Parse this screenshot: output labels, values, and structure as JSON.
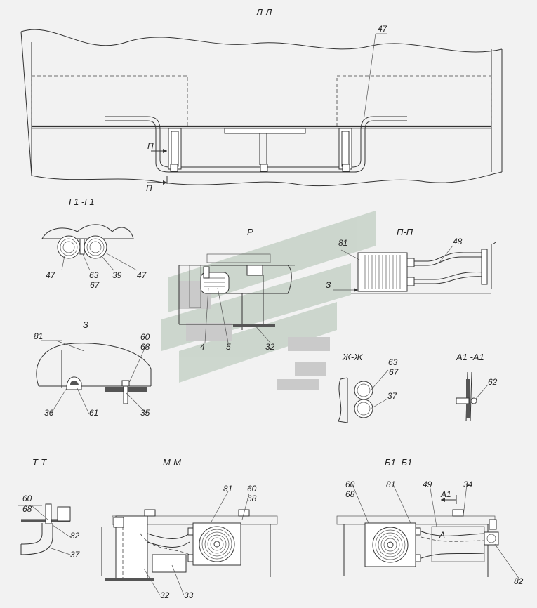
{
  "views": {
    "section_LL": {
      "title": "Л-Л",
      "callout_47": "47",
      "marker_top": "П",
      "marker_bottom": "П"
    },
    "section_G1G1": {
      "title": "Г1 -Г1",
      "labels": [
        "47",
        "63",
        "67",
        "39",
        "47"
      ]
    },
    "view_P": {
      "title": "Р",
      "labels": [
        "4",
        "5",
        "32"
      ]
    },
    "section_PP": {
      "title": "П-П",
      "labels": [
        "81",
        "48",
        "З"
      ]
    },
    "view_Z": {
      "title": "З",
      "labels": [
        "81",
        "60",
        "68",
        "36",
        "61",
        "35"
      ]
    },
    "section_ZhZh": {
      "title": "Ж-Ж",
      "labels": [
        "63",
        "67",
        "37"
      ]
    },
    "section_A1A1": {
      "title": "А1 -А1",
      "labels": [
        "62"
      ]
    },
    "section_TT": {
      "title": "Т-Т",
      "labels": [
        "60",
        "68",
        "82",
        "37"
      ]
    },
    "section_MM": {
      "title": "М-М",
      "labels": [
        "81",
        "60",
        "68",
        "32",
        "33"
      ]
    },
    "section_B1B1": {
      "title": "Б1 -Б1",
      "labels": [
        "60",
        "68",
        "81",
        "49",
        "34",
        "А1",
        "А",
        "82"
      ]
    }
  },
  "colors": {
    "background": "#f2f2f2",
    "line": "#333333",
    "watermark": "#9fb6a2"
  }
}
